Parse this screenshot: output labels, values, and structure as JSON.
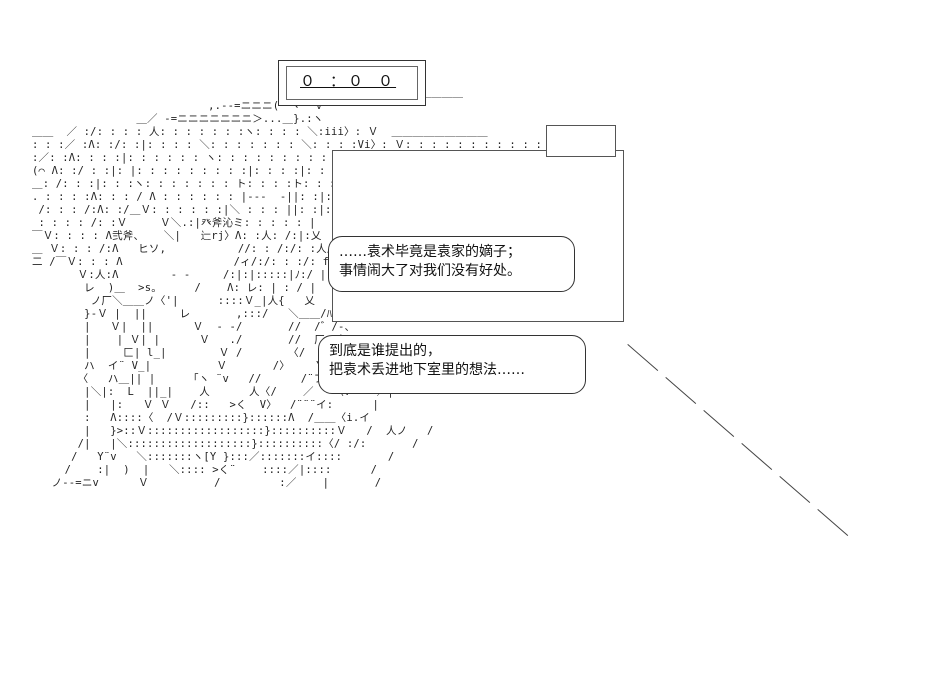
{
  "clock": {
    "display": "０ ：０ ０"
  },
  "bubble_top": {
    "line1": "……袁术毕竟是袁家的嫡子；",
    "line2": "事情闹大了对我们没有好处。"
  },
  "bubble_bottom": {
    "line1": "到底是谁提出的，",
    "line2": "把袁术丢进地下室里的想法……"
  },
  "art_lines": [
    "                                              v‐ヽ  V  ＿＿＿＿＿＿＿",
    "                           ,.-‐=ニニニ(￣ヽ  Ｖ",
    "                ＿／ -=ニニニニニニニ＞...＿}.:ヽ",
    "＿＿  ／ :/: : : : 人: : : : : : :ヽ: : : : ＼:iii〉: Ｖ  ＿＿＿＿＿＿＿＿＿",
    ": : :／ :Λ: :/: :|: : : : ＼: : : : : : : ＼: : : :Vi〉: Ｖ: : : : : : : : : : : :",
    ":／: :Λ: : : :|: : : : : : ヽ: : : : : : : : : : : Ｖ: : :Ｖ: : : : : : : : : : :",
    "(⌒ Λ: :/ : :|: |: : : : : : : : :|: : : :|: : : : : : |: : : : Λ: : : : : : : : :",
    "＿: /: : :|: : :ヽ: : : : : : : ト: : : :ト: : : : : : : : :ト〉",
    ". : : : :Λ: : : / Λ : : : : : : |‐‐‐  ‐||: :|: : : : : f",
    " /: : : /:Λ: :/＿Ｖ: : : : : :|＼ : : : ||: :|: : : : : |",
    " : : : : /: :Ｖ     Ｖ＼.:|癶斧沁ミ: : : : : |",
    "￣Ｖ: : : : Λ弐斧、   ＼|   辷rj〉Λ: :人: /:|:乂",
    "＿ Ｖ: : : /:Λ   ヒソ,           //: : /:/: :人/:Λ  -‐",
    "二 /￣Ｖ: : : Λ                 /ィ/:/: : :/: f",
    "       Ｖ:人:Λ        - -     /:|:|:::::|ﾉ:/ |",
    "        レ  )＿  >s。     /    Λ: レ: | : / |",
    "         ノ厂＼＿＿ノ〈'|      ::::Ｖ_|人{   乂",
    "        }‐Ｖ |  ||     レ       ,:::/   ＼＿＿/ﾊ\\",
    "        |   Ｖ|  ||      Ｖ  ‐ -/       //  /゛/‐、",
    "        |    | Ｖ| |      Ｖ   ./       //  厂 〈:::: |",
    "        |     匚| l_|        Ｖ /       〈/   /¨¨イ:   |",
    "        ハ  イ¨ V_|          Ｖ       /〉    Y   ノ:   |",
    "       〈   ハ＿|| |     「ヽ ¨v   //      /¨フ:     Λ",
    "        |＼|:  L  ||_|    人      人〈/    ／   〈:    ／|",
    "        |   |:   Ｖ Ｖ   /::   >く  V〉  /¨¨¨イ:      |",
    "        :   Λ::::〈  /Ｖ:::::::::}::::::Λ  /＿＿〈i.イ",
    "        |   }>::Ｖ::::::::::::::::::}::::::::::Ｖ   /  人ノ   /",
    "       /|   |＼:::::::::::::::::::}::::::::::〈/ :/:       /",
    "      /   Y¨v   ＼:::::::ヽ[Y }:::／:::::::イ::::       /",
    "     /    :|  )  |   ＼:::: >く¨    ::::／|::::      /",
    "   ノ‐-=ニv      Ｖ          /         :／    |       /"
  ]
}
